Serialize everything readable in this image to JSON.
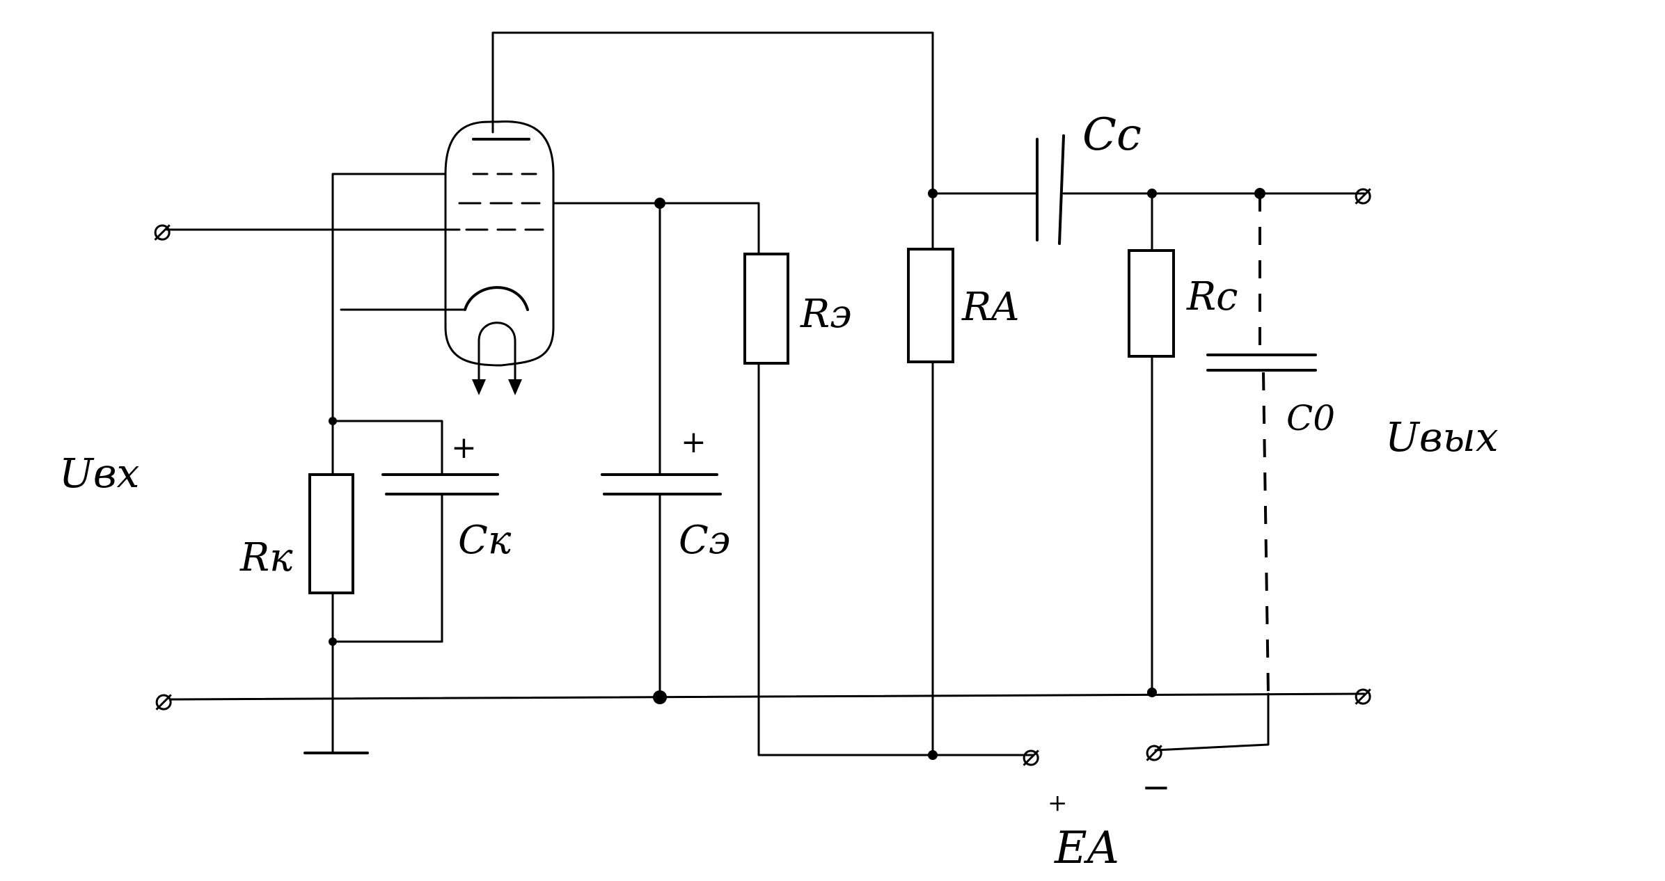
{
  "labels": {
    "u_in": "Uвх",
    "u_out": "Uвых",
    "r_k": "Rк",
    "c_k": "Cк",
    "c_e": "Cэ",
    "r_e": "Rэ",
    "r_a": "RA",
    "c_c": "Cc",
    "r_c": "Rc",
    "c_0": "C0",
    "e_a": "EA",
    "plus_ck": "+",
    "plus_ce": "+",
    "plus_ea": "+",
    "minus_ea": "−"
  },
  "terminal_glyph": "⌀"
}
